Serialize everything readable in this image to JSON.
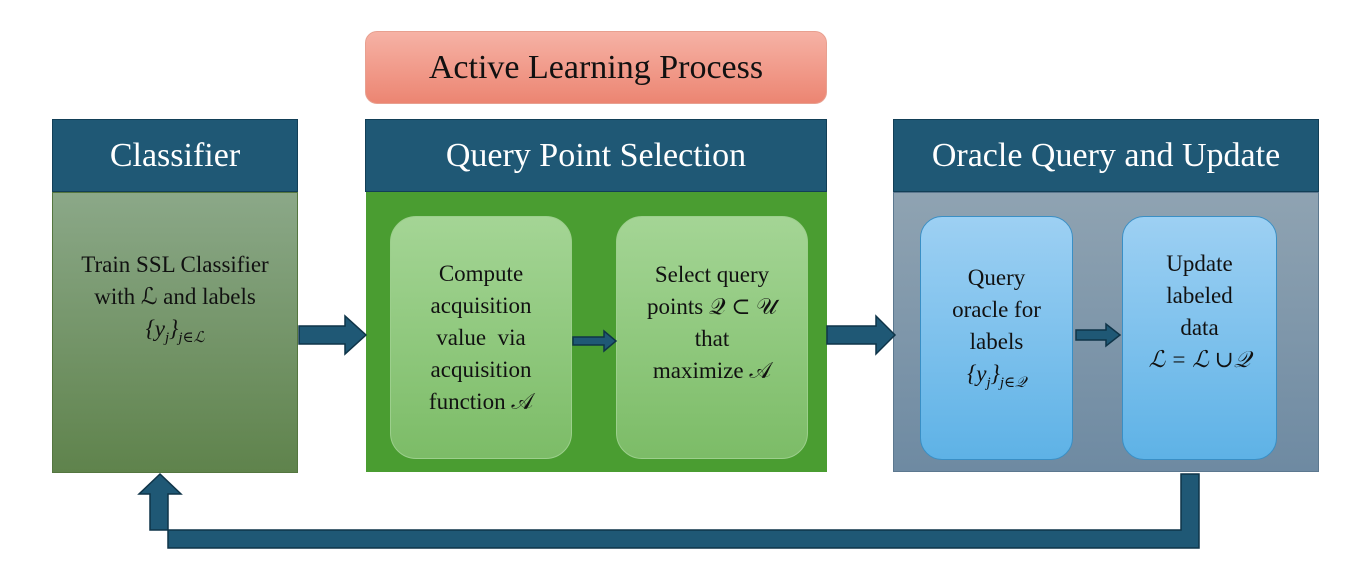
{
  "title": "Active Learning Process",
  "classifier": {
    "header": "Classifier",
    "line1": "Train SSL Classifier",
    "line2": "with ℒ and labels",
    "line3_main": "{y",
    "line3_sub": "j",
    "line3_close": "}",
    "line3_index": "j∈ℒ"
  },
  "query_selection": {
    "header": "Query Point Selection",
    "compute": {
      "l1": "Compute",
      "l2": "acquisition",
      "l3": "value  via",
      "l4": "acquisition",
      "l5": "function 𝒜"
    },
    "select": {
      "l1": "Select query",
      "l2": "points 𝒬 ⊂ 𝒰",
      "l3": "that",
      "l4": "maximize 𝒜"
    }
  },
  "oracle": {
    "header": "Oracle Query and Update",
    "query": {
      "l1": "Query",
      "l2": "oracle for",
      "l3": "labels",
      "l4_main": "{y",
      "l4_sub": "j",
      "l4_close": "}",
      "l4_index": "j∈𝒬"
    },
    "update": {
      "l1": "Update",
      "l2": "labeled",
      "l3": "data",
      "l4": "ℒ = ℒ ∪𝒬"
    }
  },
  "colors": {
    "header": "#1f5875",
    "arrow": "#1f5875",
    "title_fill": "#ee8f7d",
    "green_panel": "#4a9d31",
    "blue_panel": "#7a93a8"
  }
}
